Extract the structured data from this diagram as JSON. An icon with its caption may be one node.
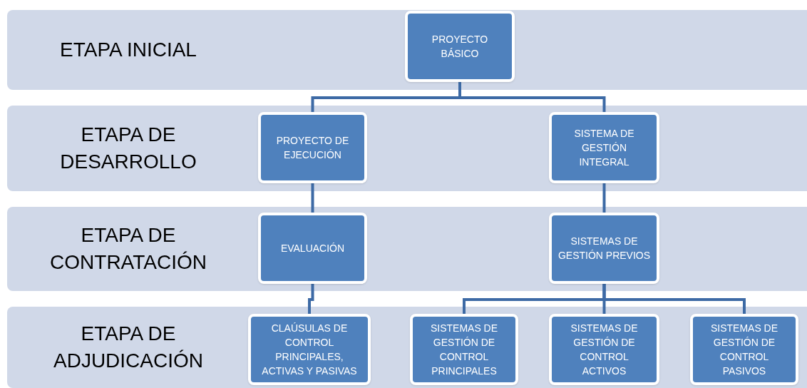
{
  "diagram": {
    "nodes": [
      {
        "text": [
          "ETAPA INICIAL"
        ]
      },
      {
        "text": [
          "PROYECTO BÁSICO"
        ],
        "in": 0
      },
      {
        "text": [
          "ETAPA DE DESARROLLO"
        ]
      },
      {
        "text": [
          "PROYECTO DE EJECUCIÓN"
        ],
        "in": 2
      },
      {
        "text": [
          "SISTEMA DE GESTIÓN INTEGRAL"
        ],
        "in": 2
      },
      {
        "text": [
          "ETAPA DE CONTRATACIÓN"
        ]
      },
      {
        "text": [
          "EVALUACIÓN"
        ],
        "in": 5
      },
      {
        "text": [
          "SISTEMAS DE GESTIÓN PREVIOS"
        ],
        "in": 5
      },
      {
        "text": [
          "ETAPA DE ADJUDICACIÓN"
        ]
      },
      {
        "text": [
          "CLAÚSULAS DE CONTROL PRINCIPALES, ACTIVAS Y PASIVAS"
        ],
        "in": 8
      },
      {
        "text": [
          "SISTEMAS DE GESTIÓN DE CONTROL PRINCIPALES"
        ],
        "in": 8
      },
      {
        "text": [
          "SISTEMAS DE GESTIÓN DE CONTROL ACTIVOS"
        ],
        "in": 8
      },
      {
        "text": [
          "SISTEMAS DE GESTIÓN DE CONTROL PASIVOS"
        ],
        "in": 8
      }
    ],
    "edges": [
      {
        "from": 1,
        "to": 3,
        "arrow": "none"
      },
      {
        "from": 1,
        "to": 4,
        "arrow": "none"
      },
      {
        "from": 3,
        "to": 6,
        "arrow": "none"
      },
      {
        "from": 4,
        "to": 7,
        "arrow": "none"
      },
      {
        "from": 6,
        "to": 9,
        "arrow": "none"
      },
      {
        "from": 7,
        "to": 10,
        "arrow": "none"
      },
      {
        "from": 7,
        "to": 11,
        "arrow": "none"
      },
      {
        "from": 7,
        "to": 12,
        "arrow": "none"
      }
    ]
  }
}
